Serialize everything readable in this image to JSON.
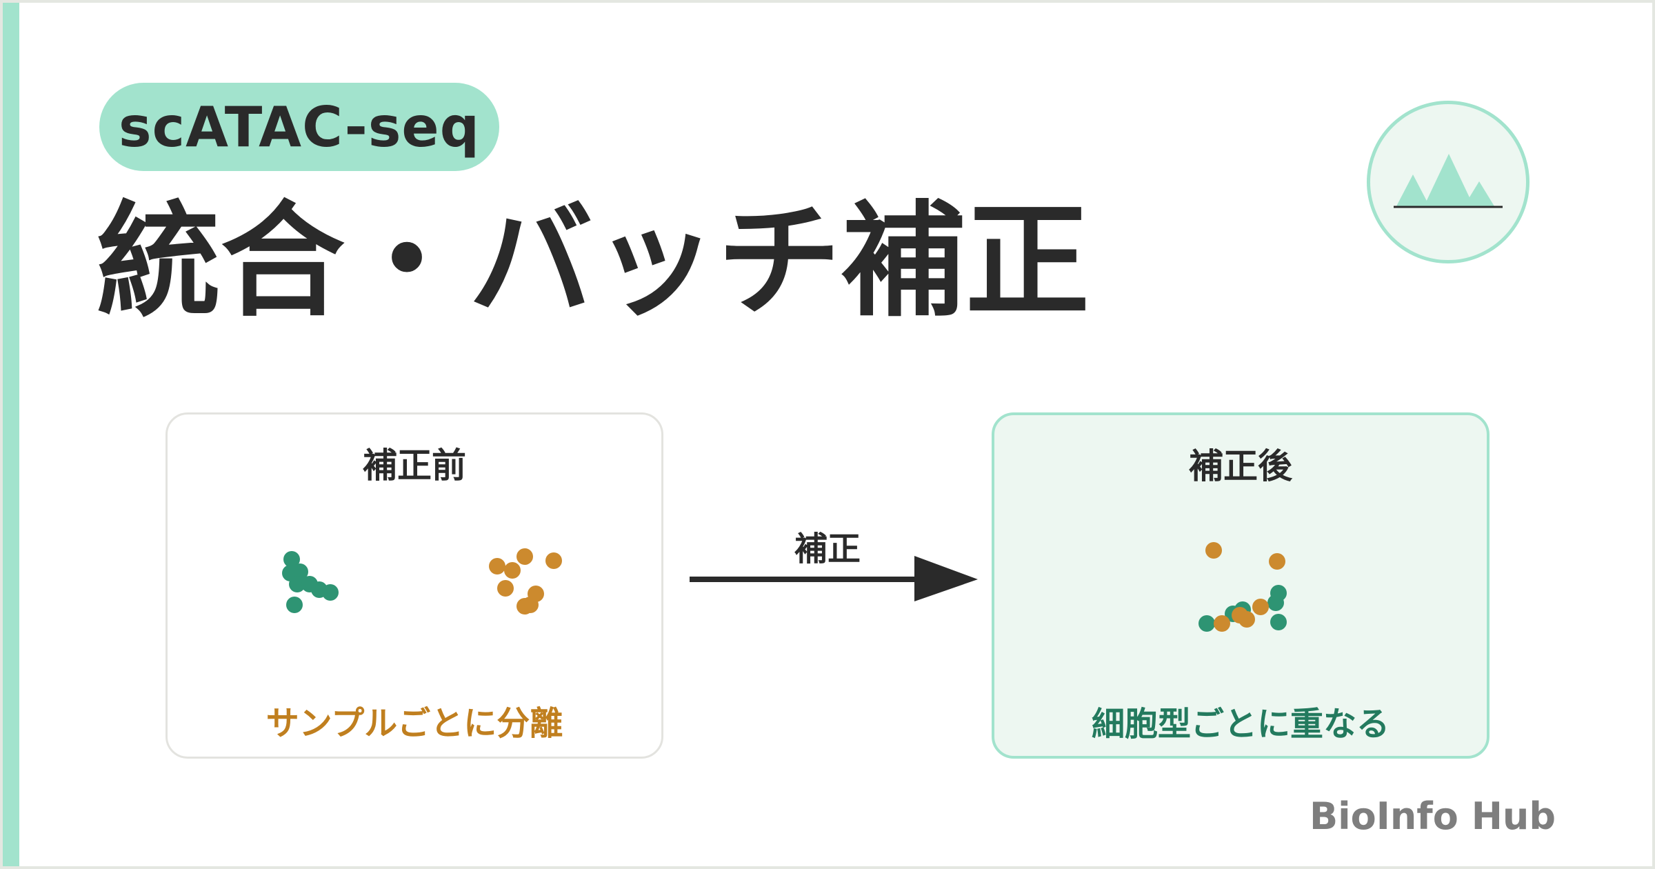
{
  "header": {
    "tag": "scATAC-seq",
    "title": "統合・バッチ補正"
  },
  "logo": {
    "icon": "peaks-icon",
    "peak_color": "#a2e3cd",
    "baseline_color": "#2a2a2a"
  },
  "colors": {
    "accent": "#a2e3cd",
    "sample_a": "#2e9473",
    "sample_b": "#cc8a2e",
    "text": "#2a2a2a"
  },
  "diagram": {
    "arrow_label": "補正",
    "before": {
      "title": "補正前",
      "caption": "サンプルごとに分離"
    },
    "after": {
      "title": "補正後",
      "caption": "細胞型ごとに重なる"
    }
  },
  "footer": {
    "brand": "BioInfo Hub"
  }
}
